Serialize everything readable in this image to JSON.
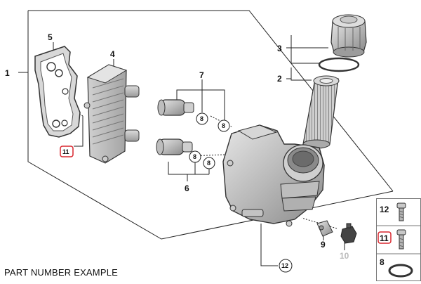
{
  "diagram": {
    "callouts": {
      "c1": "1",
      "c2": "2",
      "c3": "3",
      "c4": "4",
      "c5": "5",
      "c6": "6",
      "c7": "7",
      "c8a": "8",
      "c8b": "8",
      "c8c": "8",
      "c8d": "8",
      "c9": "9",
      "c10": "10",
      "c11": "11",
      "c12": "12"
    },
    "legend": {
      "item12": "12",
      "item11": "11",
      "item8": "8"
    },
    "highlight_color": "#d9262e",
    "caption": "PART NUMBER EXAMPLE"
  }
}
